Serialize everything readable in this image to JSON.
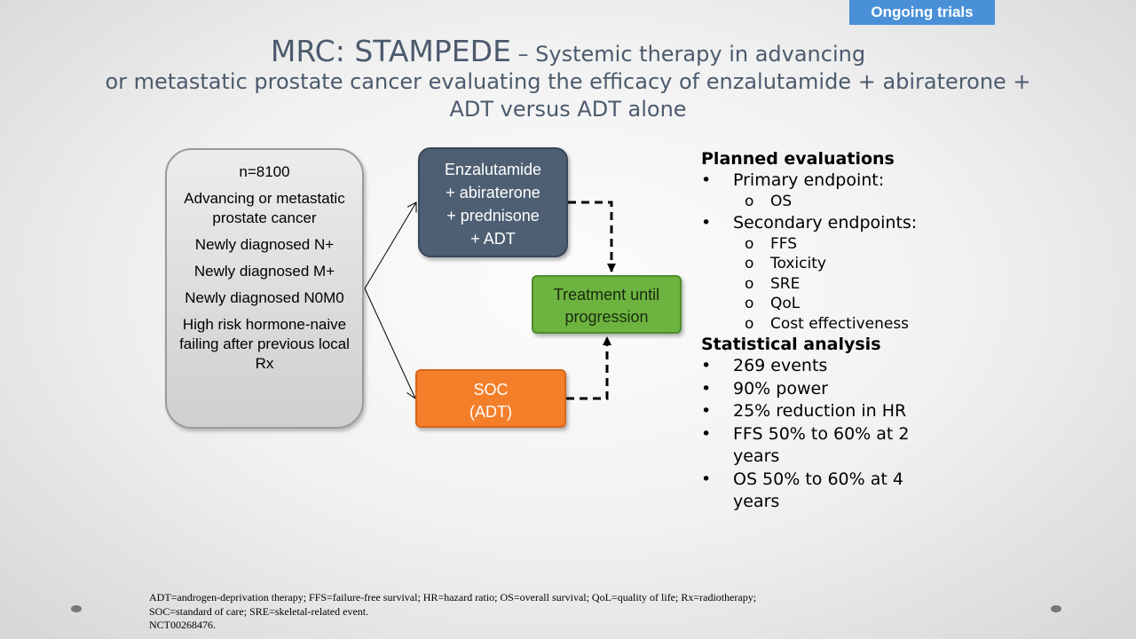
{
  "badge": "Ongoing trials",
  "title": {
    "main": "MRC: STAMPEDE",
    "sub": " – Systemic therapy in advancing",
    "line2": "or metastatic prostate cancer evaluating the efficacy of enzalutamide + abiraterone +",
    "line3": "ADT versus ADT alone"
  },
  "population": {
    "n": "n=8100",
    "items": [
      "Advancing or metastatic prostate cancer",
      "Newly diagnosed N+",
      "Newly diagnosed M+",
      "Newly diagnosed N0M0",
      "High risk hormone-naive failing after previous local Rx"
    ]
  },
  "arms": {
    "experimental": [
      "Enzalutamide",
      "+ abiraterone",
      "+ prednisone",
      "+ ADT"
    ],
    "control": [
      "SOC",
      "(ADT)"
    ]
  },
  "outcome": [
    "Treatment until",
    "progression"
  ],
  "planned": {
    "heading": "Planned evaluations",
    "primary_label": "Primary endpoint:",
    "primary": [
      "OS"
    ],
    "secondary_label": "Secondary endpoints:",
    "secondary": [
      "FFS",
      "Toxicity",
      "SRE",
      "QoL",
      "Cost effectiveness"
    ]
  },
  "stats": {
    "heading": "Statistical analysis",
    "items": [
      "269 events",
      "90% power",
      "25% reduction in HR",
      "FFS 50% to 60% at 2 years",
      "OS 50% to 60% at 4 years"
    ]
  },
  "markers": {
    "bullet": "•",
    "sub_bullet": "o"
  },
  "footnote": [
    "ADT=androgen-deprivation therapy; FFS=failure-free survival; HR=hazard ratio; OS=overall survival; QoL=quality of life;  Rx=radiotherapy;",
    "SOC=standard of care; SRE=skeletal-related event.",
    "NCT00268476."
  ]
}
